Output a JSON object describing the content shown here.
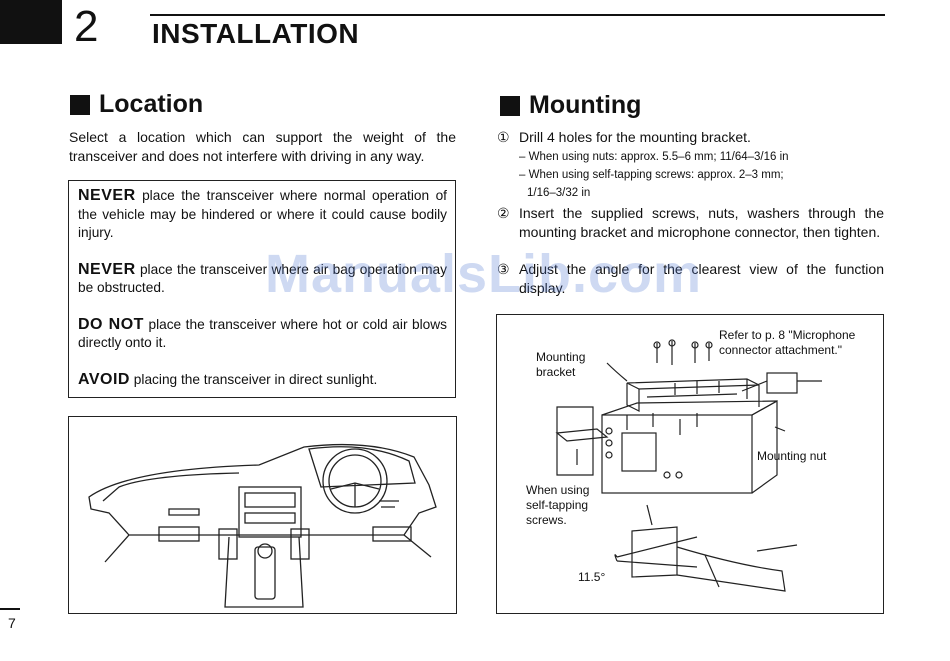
{
  "header": {
    "chapter_number": "2",
    "chapter_title": "INSTALLATION"
  },
  "location": {
    "title": "Location",
    "intro": "Select a location which can support the weight of the transceiver and does not interfere with driving in any way.",
    "warnings": [
      {
        "keyword": "NEVER",
        "text": "place the transceiver where normal operation of the vehicle may be hindered or where it could cause bodily injury."
      },
      {
        "keyword": "NEVER",
        "text": "place the transceiver where air bag operation may be obstructed."
      },
      {
        "keyword": "DO NOT",
        "text": "place the transceiver where hot or cold air blows directly onto it."
      },
      {
        "keyword": "AVOID",
        "text": "placing the transceiver in direct sunlight."
      }
    ]
  },
  "mounting": {
    "title": "Mounting",
    "steps": [
      {
        "num": "①",
        "text": "Drill 4 holes for the mounting bracket.",
        "subs": [
          "– When using nuts: approx. 5.5–6 mm; 11/64–3/16 in",
          "– When using self-tapping screws: approx. 2–3 mm;",
          "1/16–3/32 in"
        ]
      },
      {
        "num": "②",
        "text": "Insert the supplied screws, nuts, washers through the mounting bracket and microphone connector, then tighten."
      },
      {
        "num": "③",
        "text": "Adjust the angle for the clearest view of the function display."
      }
    ],
    "figure_labels": {
      "refer": "Refer to p. 8 \"Microphone connector attachment.\"",
      "bracket": "Mounting bracket",
      "nut": "Mounting nut",
      "tapping": "When using self-tapping screws.",
      "angle": "11.5°"
    }
  },
  "watermark": "ManualsLib.com",
  "footer": {
    "page_number": "7"
  }
}
